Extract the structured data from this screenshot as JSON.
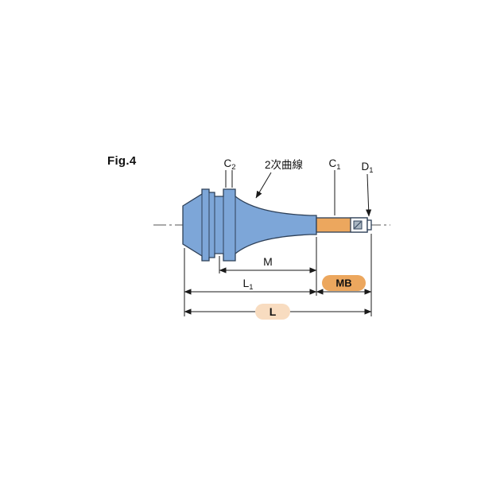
{
  "figure_label": "Fig.4",
  "annotations": {
    "c2": {
      "base": "C",
      "sub": "2"
    },
    "curve": "2次曲線",
    "c1": {
      "base": "C",
      "sub": "1"
    },
    "d1": {
      "base": "D",
      "sub": "1"
    }
  },
  "dimensions": {
    "m": "M",
    "l1": {
      "base": "L",
      "sub": "1"
    },
    "mb": "MB",
    "l": "L"
  },
  "colors": {
    "holder_body": "#7da6d8",
    "shaft": "#eca75e",
    "mb_badge": "#eca75e",
    "l_badge": "#f8dcc0",
    "line": "#1a1a1a"
  }
}
